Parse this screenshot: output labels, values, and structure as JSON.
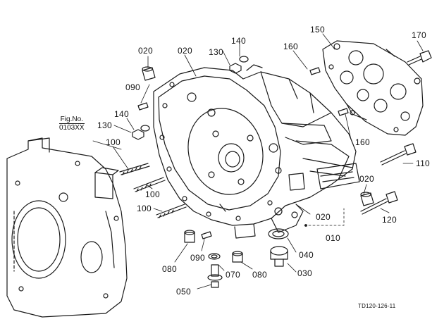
{
  "figure_reference": {
    "line1": "Fig.No.",
    "line2": "0103XX"
  },
  "drawing_code": "TD120-126-11",
  "callouts": {
    "p020_a": "020",
    "p020_b": "020",
    "p140_a": "140",
    "p130_a": "130",
    "p150": "150",
    "p170": "170",
    "p160_a": "160",
    "p090_a": "090",
    "p140_b": "140",
    "p130_b": "130",
    "p100_a": "100",
    "p160_b": "160",
    "p110": "110",
    "p100_b": "100",
    "p100_c": "100",
    "p020_c": "020",
    "p020_d": "020",
    "p120": "120",
    "p010": "010",
    "p080_a": "080",
    "p090_b": "090",
    "p070": "070",
    "p080_b": "080",
    "p040": "040",
    "p030": "030",
    "p050": "050"
  },
  "colors": {
    "line": "#1a1a1a",
    "background": "#ffffff"
  }
}
